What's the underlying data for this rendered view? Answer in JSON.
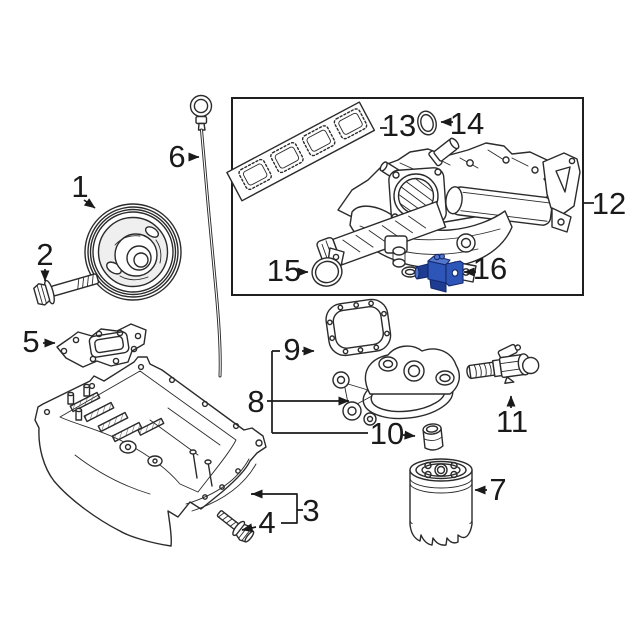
{
  "figure": {
    "background": "#ffffff",
    "line_color": "#2b2b2b",
    "callout_color": "#1a1a1a",
    "box_color": "#1f1f1f",
    "highlight_color": "#2e55b8",
    "highlight_dark": "#1e3d92",
    "highlight_light": "#5377cd"
  },
  "callouts": [
    {
      "label": "1"
    },
    {
      "label": "2"
    },
    {
      "label": "3"
    },
    {
      "label": "4"
    },
    {
      "label": "5"
    },
    {
      "label": "6"
    },
    {
      "label": "7"
    },
    {
      "label": "8"
    },
    {
      "label": "9"
    },
    {
      "label": "10"
    },
    {
      "label": "11"
    },
    {
      "label": "12"
    },
    {
      "label": "13"
    },
    {
      "label": "14"
    },
    {
      "label": "15"
    },
    {
      "label": "16"
    }
  ]
}
